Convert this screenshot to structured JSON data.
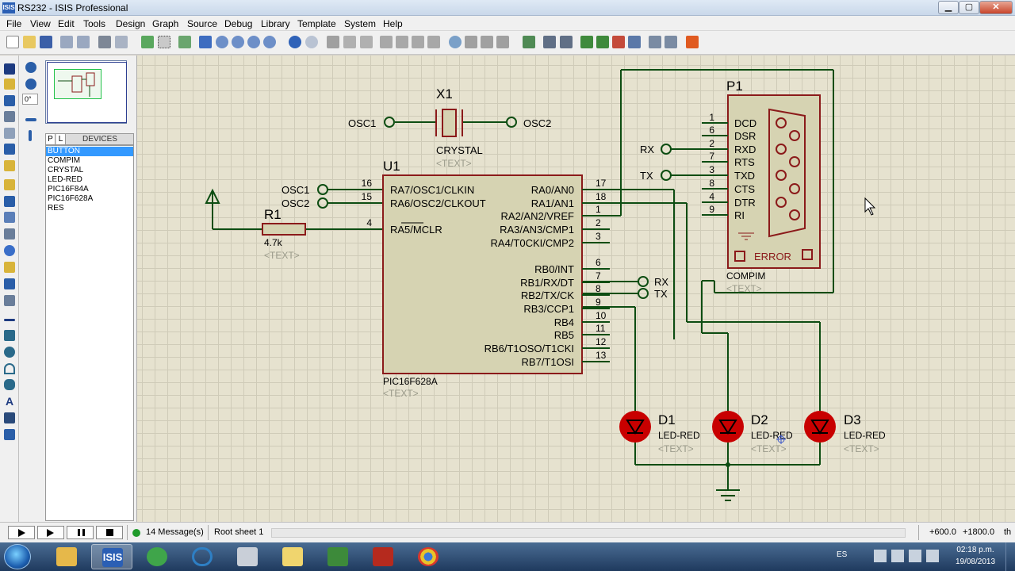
{
  "window": {
    "title": "RS232 - ISIS Professional",
    "app_icon_text": "ISIS",
    "minimize": "▁",
    "maximize": "▢",
    "close": "✕"
  },
  "menu": [
    "File",
    "View",
    "Edit",
    "Tools",
    "Design",
    "Graph",
    "Source",
    "Debug",
    "Library",
    "Template",
    "System",
    "Help"
  ],
  "side_panel": {
    "rotation": "0°",
    "tab_p": "P",
    "tab_l": "L",
    "tab_devices": "DEVICES",
    "devices": [
      "BUTTON",
      "COMPIM",
      "CRYSTAL",
      "LED-RED",
      "PIC16F84A",
      "PIC16F628A",
      "RES"
    ],
    "selected_device": "BUTTON"
  },
  "schematic": {
    "x1": {
      "ref": "X1",
      "name": "CRYSTAL",
      "text": "<TEXT>",
      "osc1": "OSC1",
      "osc2": "OSC2"
    },
    "u1": {
      "ref": "U1",
      "name": "PIC16F628A",
      "text": "<TEXT>",
      "left_pins": [
        {
          "num": "16",
          "name": "RA7/OSC1/CLKIN"
        },
        {
          "num": "15",
          "name": "RA6/OSC2/CLKOUT"
        },
        {
          "num": "4",
          "name": "RA5/MCLR"
        }
      ],
      "right_pins": [
        {
          "num": "17",
          "name": "RA0/AN0"
        },
        {
          "num": "18",
          "name": "RA1/AN1"
        },
        {
          "num": "1",
          "name": "RA2/AN2/VREF"
        },
        {
          "num": "2",
          "name": "RA3/AN3/CMP1"
        },
        {
          "num": "3",
          "name": "RA4/T0CKI/CMP2"
        },
        {
          "num": "6",
          "name": "RB0/INT"
        },
        {
          "num": "7",
          "name": "RB1/RX/DT"
        },
        {
          "num": "8",
          "name": "RB2/TX/CK"
        },
        {
          "num": "9",
          "name": "RB3/CCP1"
        },
        {
          "num": "10",
          "name": "RB4"
        },
        {
          "num": "11",
          "name": "RB5"
        },
        {
          "num": "12",
          "name": "RB6/T1OSO/T1CKI"
        },
        {
          "num": "13",
          "name": "RB7/T1OSI"
        }
      ],
      "osc1_label": "OSC1",
      "osc2_label": "OSC2",
      "rx_label": "RX",
      "tx_label": "TX"
    },
    "r1": {
      "ref": "R1",
      "value": "4.7k",
      "text": "<TEXT>"
    },
    "p1": {
      "ref": "P1",
      "name": "COMPIM",
      "text": "<TEXT>",
      "error": "ERROR",
      "pins": [
        {
          "num": "1",
          "name": "DCD"
        },
        {
          "num": "6",
          "name": "DSR"
        },
        {
          "num": "2",
          "name": "RXD"
        },
        {
          "num": "7",
          "name": "RTS"
        },
        {
          "num": "3",
          "name": "TXD"
        },
        {
          "num": "8",
          "name": "CTS"
        },
        {
          "num": "4",
          "name": "DTR"
        },
        {
          "num": "9",
          "name": "RI"
        }
      ],
      "rx_label": "RX",
      "tx_label": "TX"
    },
    "leds": [
      {
        "ref": "D1",
        "name": "LED-RED",
        "text": "<TEXT>"
      },
      {
        "ref": "D2",
        "name": "LED-RED",
        "text": "<TEXT>"
      },
      {
        "ref": "D3",
        "name": "LED-RED",
        "text": "<TEXT>"
      }
    ]
  },
  "status": {
    "messages": "14 Message(s)",
    "sheet": "Root sheet 1",
    "coord_x": "+600.0",
    "coord_y": "+1800.0",
    "unit": "th"
  },
  "taskbar": {
    "isis_label": "ISIS",
    "lang": "ES",
    "time": "02:18 p.m.",
    "date": "19/08/2013"
  },
  "colors": {
    "component_outline": "#8b1a1a",
    "component_fill": "#d6d3b2",
    "wire": "#0d4d12",
    "canvas": "#e6e2cf",
    "led": "#c80000"
  }
}
